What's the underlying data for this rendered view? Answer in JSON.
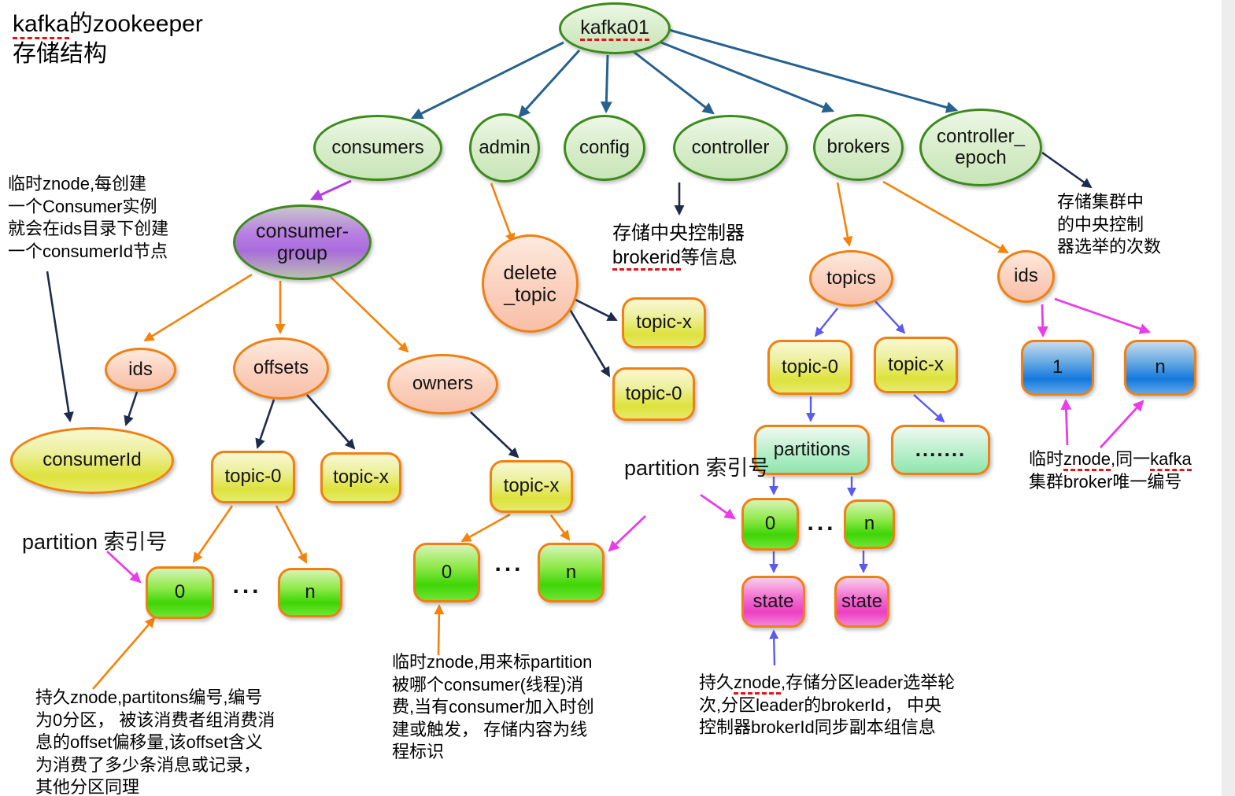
{
  "title": {
    "kafka": "kafka",
    "suffix": "的zookeeper",
    "line2": "存储结构"
  },
  "nodes": {
    "kafka01": "kafka01",
    "consumers": "consumers",
    "admin": "admin",
    "config": "config",
    "controller": "controller",
    "brokers": "brokers",
    "controller_epoch": "controller_\nepoch",
    "consumer_group": "consumer-\ngroup",
    "ids_consumer": "ids",
    "offsets": "offsets",
    "owners": "owners",
    "delete_topic": "delete\n_topic",
    "consumerId": "consumerId",
    "topic_x_delete": "topic-x",
    "topic_0_delete": "topic-0",
    "topic_0_offsets": "topic-0",
    "topic_x_offsets": "topic-x",
    "topic_x_owners": "topic-x",
    "topics": "topics",
    "topic_0_brokers": "topic-0",
    "topic_x_brokers": "topic-x",
    "partitions": "partitions",
    "dots_box": ".......",
    "p0_offsets": "0",
    "pn_offsets": "n",
    "p0_owners": "0",
    "pn_owners": "n",
    "p0_brokers": "0",
    "pn_brokers": "n",
    "state_left": "state",
    "state_right": "state",
    "broker_1": "1",
    "broker_n": "n",
    "ids_brokers": "ids",
    "ellipsis": "..."
  },
  "annotations": {
    "consumer_ids": "临时znode,每创建\n一个Consumer实例\n就会在ids目录下创建\n一个consumerId节点",
    "controller_info": {
      "line1": "存储中央控制器",
      "u": "brokerid",
      "rest": "等信息"
    },
    "controller_epoch_info": "存储集群中\n的中央控制\n器选举的次数",
    "partition_index_left": "partition\n索引号",
    "partition_index_center": "partition\n索引号",
    "offsets_detail": "持久znode,partitons编号,编号\n为0分区， 被该消费者组消费消\n息的offset偏移量,该offset含义\n为消费了多少条消息或记录，\n其他分区同理",
    "owners_detail": "临时znode,用来标partition\n被哪个consumer(线程)消\n费,当有consumer加入时创\n建或触发， 存储内容为线\n程标识",
    "state_detail": {
      "prefix": "持久",
      "u": "znode",
      "rest": ",存储分区leader选举轮\n次,分区leader的brokerId， 中央\n控制器brokerId同步副本组信息"
    },
    "broker_unique": {
      "p1": "临时",
      "u1": "znode",
      "p2": ",同一",
      "u2": "kafka",
      "line2": "集群broker唯一编号"
    }
  },
  "colors": {
    "node_green_border": "#3c8a1d",
    "node_orange_border": "#f08011",
    "arrow_steel": "#26618f",
    "arrow_navy": "#1d2b4d",
    "arrow_orange": "#f5820a",
    "arrow_purple": "#b43ce8",
    "arrow_magenta": "#ea3cea",
    "arrow_violet": "#5b5bf0",
    "underline_red": "#e51414"
  }
}
